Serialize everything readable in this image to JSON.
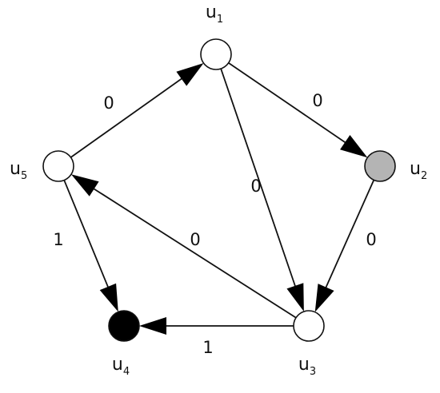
{
  "nodes": [
    {
      "id": "u1",
      "base": "u",
      "sub": "1",
      "fill": "#ffffff"
    },
    {
      "id": "u2",
      "base": "u",
      "sub": "2",
      "fill": "#b4b4b4"
    },
    {
      "id": "u3",
      "base": "u",
      "sub": "3",
      "fill": "#ffffff"
    },
    {
      "id": "u4",
      "base": "u",
      "sub": "4",
      "fill": "#000000"
    },
    {
      "id": "u5",
      "base": "u",
      "sub": "5",
      "fill": "#ffffff"
    }
  ],
  "edges": [
    {
      "from": "u5",
      "to": "u1",
      "label": "0"
    },
    {
      "from": "u1",
      "to": "u2",
      "label": "0"
    },
    {
      "from": "u1",
      "to": "u3",
      "label": "0"
    },
    {
      "from": "u2",
      "to": "u3",
      "label": "0"
    },
    {
      "from": "u3",
      "to": "u5",
      "label": "0"
    },
    {
      "from": "u5",
      "to": "u4",
      "label": "1"
    },
    {
      "from": "u3",
      "to": "u4",
      "label": "1"
    }
  ]
}
